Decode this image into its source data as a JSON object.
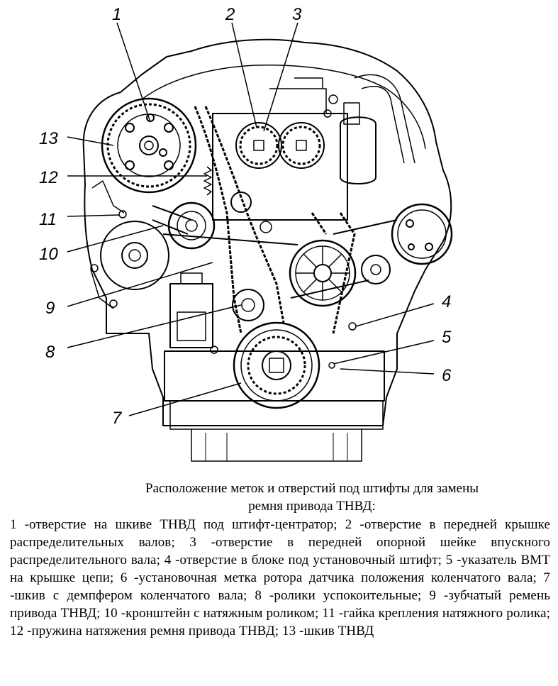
{
  "caption": {
    "title_line1": "Расположение меток и отверстий под штифты для замены",
    "title_line2": "ремня привода ТНВД:",
    "body": "1 -отверстие на шкиве ТНВД под штифт-центратор; 2 -отверстие в передней крышке распределительных валов; 3 -отверстие в передней опорной шейке впускного распределительного вала; 4 -отверстие в блоке под установочный штифт; 5 -указатель ВМТ на крышке цепи; 6 -установочная метка ротора датчика положения коленчатого вала; 7 -шкив с демпфером коленчатого вала; 8 -ролики успокоительные; 9 -зубчатый ремень привода ТНВД; 10 -кронштейн с натяжным роликом; 11 -гайка крепления натяжного ролика; 12 -пружина натяжения ремня привода ТНВД; 13 -шкив ТНВД"
  },
  "callouts": [
    {
      "id": "1",
      "label": "1"
    },
    {
      "id": "2",
      "label": "2"
    },
    {
      "id": "3",
      "label": "3"
    },
    {
      "id": "4",
      "label": "4"
    },
    {
      "id": "5",
      "label": "5"
    },
    {
      "id": "6",
      "label": "6"
    },
    {
      "id": "7",
      "label": "7"
    },
    {
      "id": "8",
      "label": "8"
    },
    {
      "id": "9",
      "label": "9"
    },
    {
      "id": "10",
      "label": "10"
    },
    {
      "id": "11",
      "label": "11"
    },
    {
      "id": "12",
      "label": "12"
    },
    {
      "id": "13",
      "label": "13"
    }
  ]
}
